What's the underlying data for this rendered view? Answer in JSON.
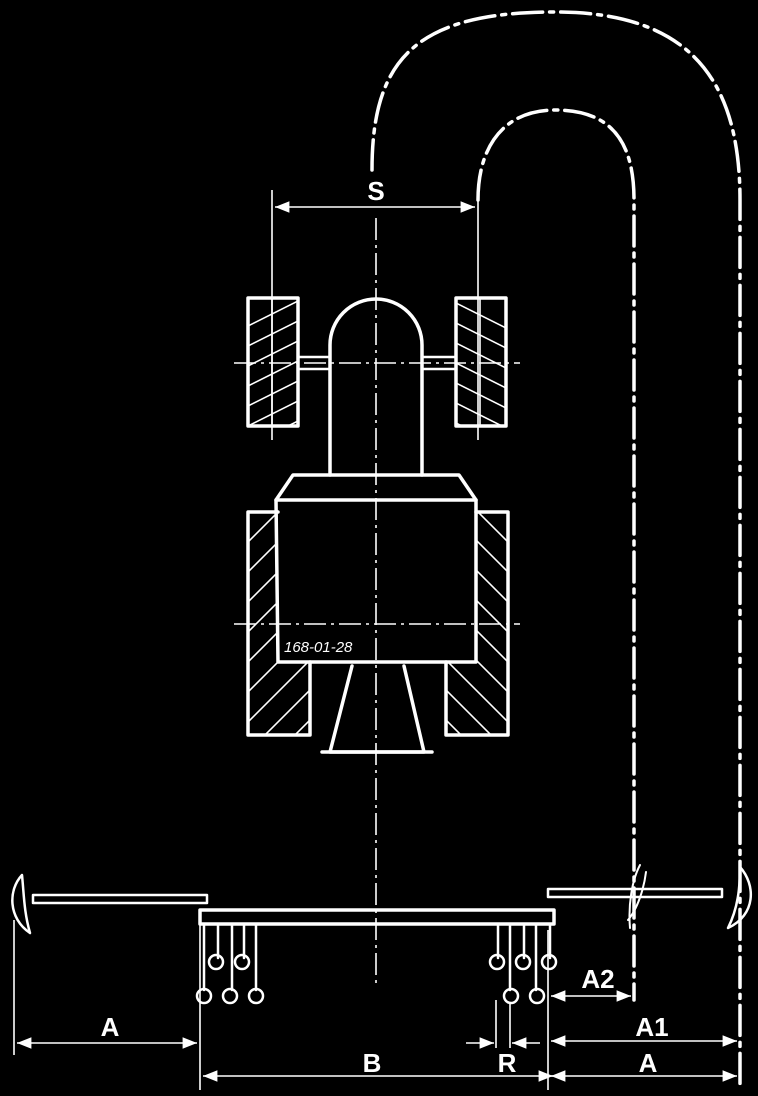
{
  "diagram": {
    "drawing_code": "168-01-28",
    "labels": {
      "S": "S",
      "A_left": "A",
      "A_right": "A",
      "A1": "A1",
      "A2": "A2",
      "B": "B",
      "R": "R"
    },
    "colors": {
      "background": "#000000",
      "line": "#ffffff"
    }
  }
}
